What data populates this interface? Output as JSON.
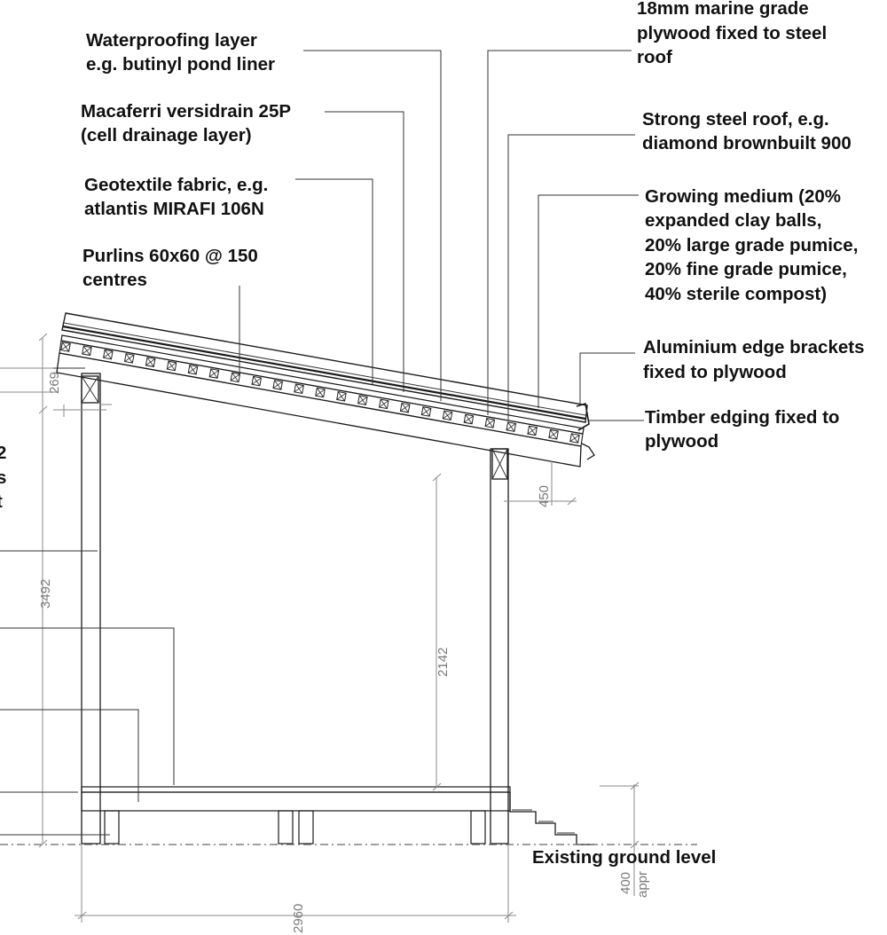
{
  "annotations": {
    "plywood": [
      "18mm marine grade",
      "plywood fixed to steel",
      "roof"
    ],
    "waterproofing": [
      "Waterproofing layer",
      "e.g. butinyl pond liner"
    ],
    "drainage": [
      "Macaferri versidrain 25P",
      "(cell drainage layer)"
    ],
    "steel_roof": [
      "Strong steel roof, e.g.",
      "diamond brownbuilt 900"
    ],
    "geotextile": [
      "Geotextile fabric, e.g.",
      "atlantis MIRAFI 106N"
    ],
    "growing_medium": [
      "Growing medium (20%",
      "expanded clay balls,",
      "20% large grade pumice,",
      "20% fine grade pumice,",
      "40% sterile compost)"
    ],
    "purlins": [
      "Purlins 60x60 @ 150",
      "centres"
    ],
    "edge_brackets": [
      "Aluminium edge brackets",
      "fixed to plywood"
    ],
    "timber_edging": [
      "Timber edging fixed to",
      "plywood"
    ],
    "ground": "Existing ground level",
    "cut_off_left": [
      "2",
      "s",
      "t"
    ]
  },
  "dimensions": {
    "roof_edge": "269",
    "post_height": "3492",
    "front_drop": "450",
    "clear_height": "2142",
    "step_height": "400",
    "step_suffix": "appr",
    "width": "2960"
  }
}
